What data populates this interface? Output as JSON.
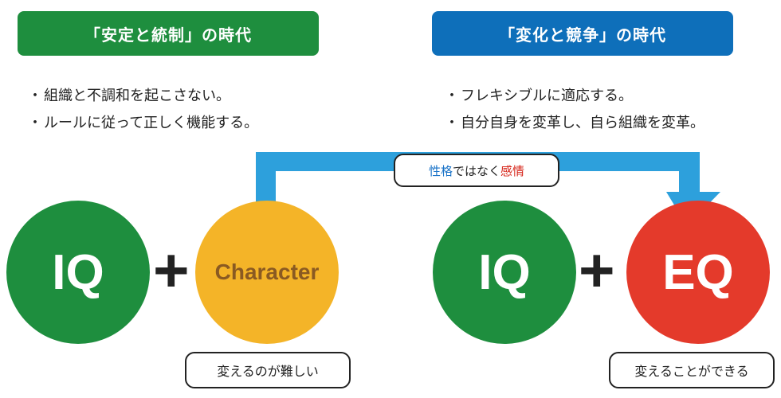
{
  "colors": {
    "green": "#1e8e3e",
    "blue": "#0e6fba",
    "orange": "#f4b428",
    "red": "#e43a2b",
    "connector": "#2da0dc",
    "highlight_blue": "#1a73c8",
    "highlight_red": "#d62418"
  },
  "left": {
    "header": "「安定と統制」の時代",
    "bullets": [
      "組織と不調和を起こさない。",
      "ルールに従って正しく機能する。"
    ],
    "circle_iq": "IQ",
    "plus": "+",
    "circle_character": "Character",
    "note": "変えるのが難しい"
  },
  "right": {
    "header": "「変化と競争」の時代",
    "bullets": [
      "フレキシブルに適応する。",
      "自分自身を変革し、自ら組織を変革。"
    ],
    "circle_iq": "IQ",
    "plus": "+",
    "circle_eq": "EQ",
    "note": "変えることができる"
  },
  "connector_label": {
    "part1": "性格",
    "part2": "ではなく",
    "part3": "感情"
  },
  "bullet_marker": "・"
}
